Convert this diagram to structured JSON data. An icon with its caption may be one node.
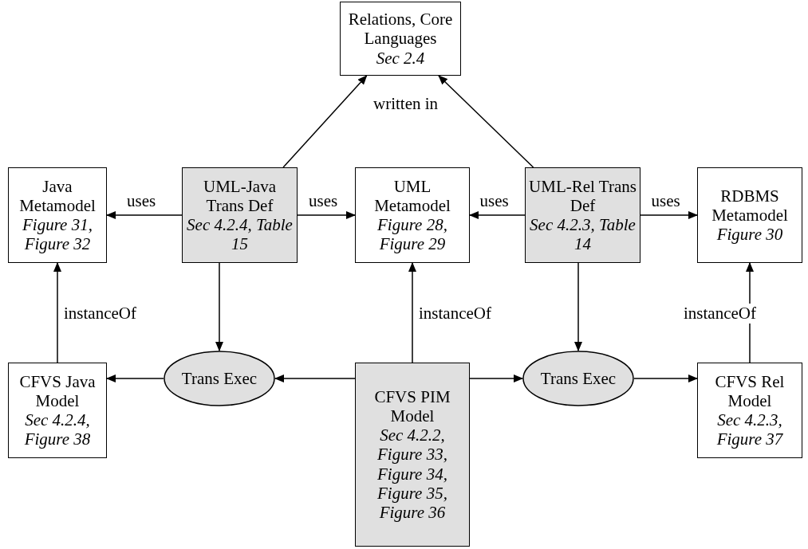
{
  "diagram": {
    "nodes": [
      {
        "text": [
          "Relations, Core Languages",
          "Sec 2.4"
        ]
      },
      {
        "text": [
          "Java Metamodel",
          "Figure 31, Figure 32"
        ]
      },
      {
        "text": [
          "UML-Java Trans Def",
          "Sec 4.2.4, Table 15"
        ]
      },
      {
        "text": [
          "UML Metamodel",
          "Figure 28, Figure 29"
        ]
      },
      {
        "text": [
          "UML-Rel Trans Def",
          "Sec 4.2.3, Table 14"
        ]
      },
      {
        "text": [
          "RDBMS Metamodel",
          "Figure 30"
        ]
      },
      {
        "text": [
          "CFVS Java Model",
          "Sec 4.2.4, Figure 38"
        ]
      },
      {
        "text": [
          "Trans Exec"
        ]
      },
      {
        "text": [
          "CFVS PIM Model",
          "Sec 4.2.2, Figure 33, Figure 34, Figure 35, Figure 36"
        ]
      },
      {
        "text": [
          "Trans Exec"
        ]
      },
      {
        "text": [
          "CFVS Rel Model",
          "Sec 4.2.3, Figure 37"
        ]
      }
    ],
    "edges": [
      {
        "from": 2,
        "to": 0,
        "arrow": "to"
      },
      {
        "from": 4,
        "to": 0,
        "arrow": "to"
      },
      {
        "from": 2,
        "to": 1,
        "arrow": "to",
        "label": "uses"
      },
      {
        "from": 2,
        "to": 3,
        "arrow": "to",
        "label": "uses"
      },
      {
        "from": 4,
        "to": 3,
        "arrow": "to",
        "label": "uses"
      },
      {
        "from": 4,
        "to": 5,
        "arrow": "to",
        "label": "uses"
      },
      {
        "from": 6,
        "to": 1,
        "arrow": "to",
        "label": "instanceOf"
      },
      {
        "from": 8,
        "to": 3,
        "arrow": "to",
        "label": "instanceOf"
      },
      {
        "from": 10,
        "to": 5,
        "arrow": "to",
        "label": "instanceOf"
      },
      {
        "from": 2,
        "to": 7,
        "arrow": "to"
      },
      {
        "from": 4,
        "to": 9,
        "arrow": "to"
      },
      {
        "from": 7,
        "to": 6,
        "arrow": "to"
      },
      {
        "from": 8,
        "to": 7,
        "arrow": "to"
      },
      {
        "from": 8,
        "to": 9,
        "arrow": "to"
      },
      {
        "from": 9,
        "to": 10,
        "arrow": "to"
      }
    ],
    "labels": [
      "written in"
    ]
  }
}
